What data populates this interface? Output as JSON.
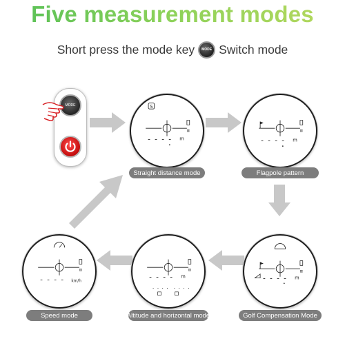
{
  "title": "Five measurement modes",
  "subtitle": {
    "part1": "Short press the mode key",
    "key_label": "MODE",
    "part2": "Switch mode"
  },
  "device": {
    "mode_button_label": "MODE"
  },
  "modes": [
    {
      "label": "Straight distance mode",
      "badge": "S",
      "unit": "m"
    },
    {
      "label": "Flagpole pattern",
      "unit": "m"
    },
    {
      "label": "Golf Compensation Mode",
      "unit": "m"
    },
    {
      "label": "Altitude and horizontal mode",
      "unit": "m"
    },
    {
      "label": "Speed mode",
      "unit": "km/h"
    }
  ],
  "colors": {
    "title_gradient_start": "#55bf57",
    "title_gradient_end": "#b7d85e",
    "pill_bg": "#7d7d7d",
    "arrow": "#c8c8c8",
    "power_button": "#d81e1e"
  }
}
